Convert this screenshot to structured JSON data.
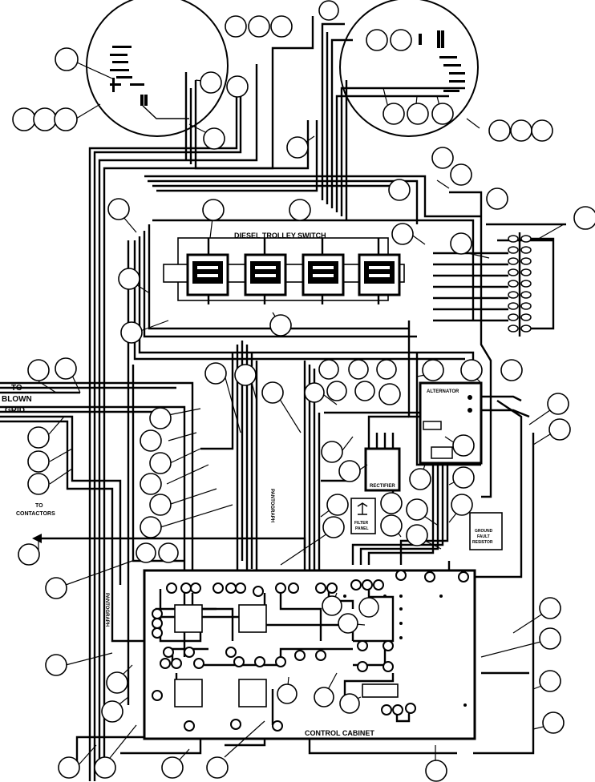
{
  "labels": {
    "to_blown_grid_line1": "TO",
    "to_blown_grid_line2": "BLOWN",
    "to_blown_grid_line3": "GRID",
    "to_contactors_line1": "TO",
    "to_contactors_line2": "CONTACTORS",
    "diesel_trolley_switch": "DIESEL   TROLLEY   SWITCH",
    "alternator": "ALTERNATOR",
    "rectifier": "RECTIFIER",
    "filter_panel_line1": "FILTER",
    "filter_panel_line2": "PANEL",
    "ground_fault_resistor_line1": "GROUND",
    "ground_fault_resistor_line2": "FAULT",
    "ground_fault_resistor_line3": "RESISTOR",
    "pantograph_vertical_1": "PANTOGRAPH",
    "pantograph_vertical_2": "PANTOGRAPH",
    "control_cabinet": "CONTROL CABINET"
  },
  "colors": {
    "ink": "#000000",
    "paper": "#ffffff"
  }
}
